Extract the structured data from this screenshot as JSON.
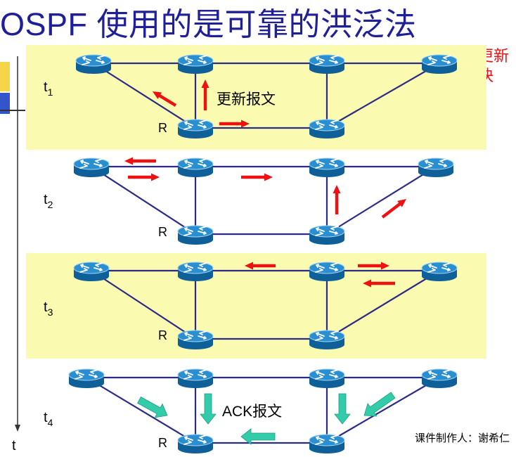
{
  "title": "OSPF 使用的是可靠的洪泛法",
  "side_note": "更新快",
  "credit": "课件制作人：谢希仁",
  "axis": {
    "label": "t"
  },
  "colors": {
    "band": "#fafab0",
    "link": "#2b2b88",
    "router_top": "#2a8fd0",
    "router_side": "#0f5f99",
    "update_arrow": "#ee1111",
    "ack_arrow": "#33ccaa",
    "title": "#1f1f99"
  },
  "router_label": "R",
  "update_message_label": "更新报文",
  "ack_message_label": "ACK报文",
  "panels": [
    {
      "time_label": "t",
      "subscript": "1",
      "highlighted": true
    },
    {
      "time_label": "t",
      "subscript": "2",
      "highlighted": false
    },
    {
      "time_label": "t",
      "subscript": "3",
      "highlighted": true
    },
    {
      "time_label": "t",
      "subscript": "4",
      "highlighted": false
    }
  ]
}
